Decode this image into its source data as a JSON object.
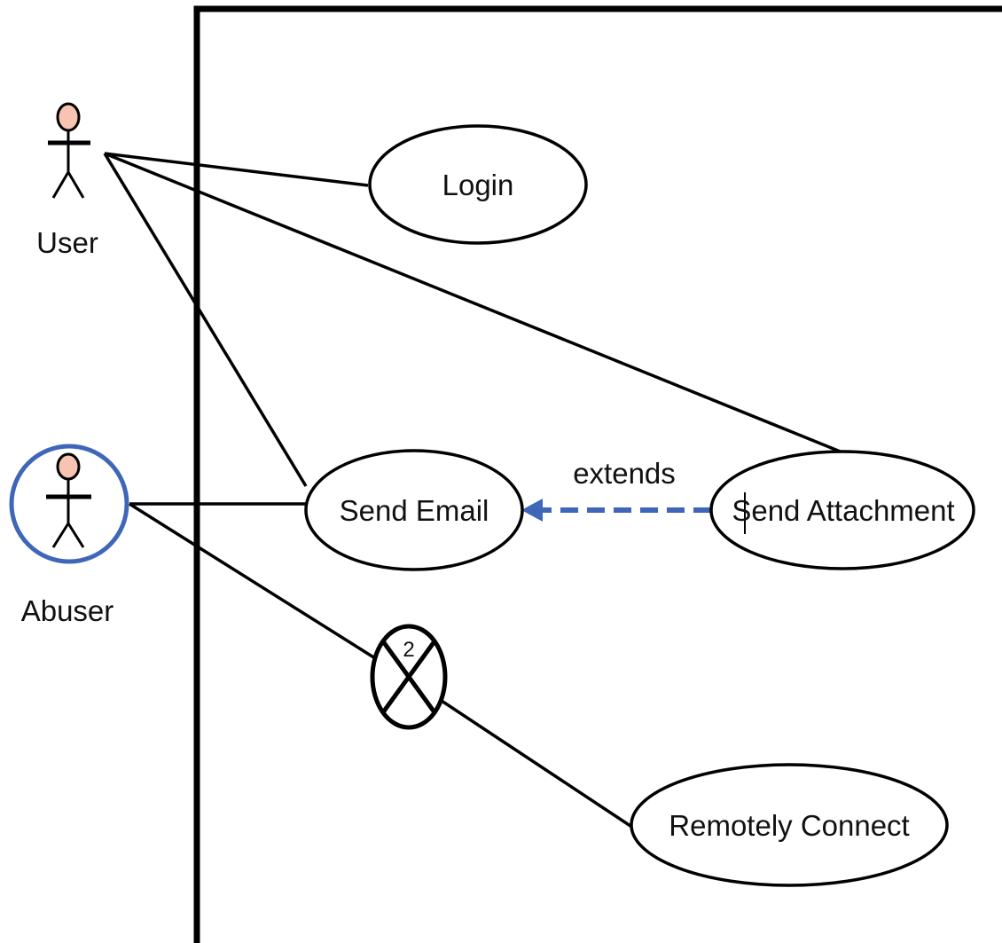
{
  "actors": {
    "user": {
      "label": "User",
      "head_color": "#f6c4b0"
    },
    "abuser": {
      "label": "Abuser",
      "head_color": "#f6c4b0",
      "highlight_color": "#3f66b8"
    }
  },
  "use_cases": {
    "login": {
      "label": "Login"
    },
    "send_email": {
      "label": "Send Email"
    },
    "send_attachment": {
      "label": "Send Attachment"
    },
    "remotely_connect": {
      "label": "Remotely Connect"
    }
  },
  "relationships": {
    "extends": {
      "label": "extends",
      "color": "#3f66b8"
    }
  },
  "misuse_marker": {
    "number": "2"
  }
}
